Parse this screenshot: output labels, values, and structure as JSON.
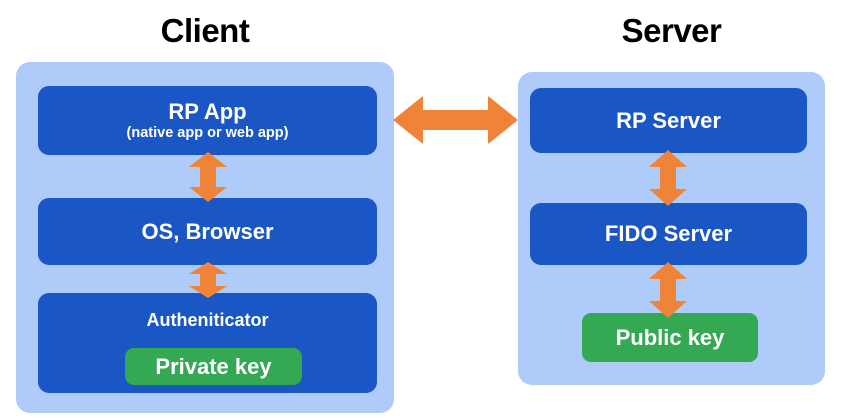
{
  "diagram": {
    "title_client": "Client",
    "title_server": "Server",
    "colors": {
      "panel_background": "#aecbfa",
      "box_fill": "#1a56c4",
      "key_fill": "#34a853",
      "arrow_fill": "#ef8337",
      "page_background": "#ffffff",
      "text_on_box": "#ffffff",
      "title_text": "#000000"
    },
    "client": {
      "panel_label": "Client",
      "boxes": [
        {
          "id": "rp-app",
          "line1": "RP App",
          "line2": "(native app or web app)"
        },
        {
          "id": "os-browser",
          "line1": "OS, Browser",
          "line2": ""
        },
        {
          "id": "authenticator",
          "line1": "Autheniticator",
          "line2": ""
        }
      ],
      "key": {
        "id": "private-key",
        "label": "Private key"
      }
    },
    "server": {
      "panel_label": "Server",
      "boxes": [
        {
          "id": "rp-server",
          "line1": "RP Server",
          "line2": ""
        },
        {
          "id": "fido-server",
          "line1": "FIDO Server",
          "line2": ""
        }
      ],
      "key": {
        "id": "public-key",
        "label": "Public key"
      }
    },
    "arrows": [
      {
        "id": "rp-app-to-os-browser",
        "direction": "vertical-bidirectional",
        "from": "RP App",
        "to": "OS, Browser"
      },
      {
        "id": "os-browser-to-authenticator",
        "direction": "vertical-bidirectional",
        "from": "OS, Browser",
        "to": "Autheniticator"
      },
      {
        "id": "client-to-server",
        "direction": "horizontal-bidirectional",
        "from": "RP App",
        "to": "RP Server"
      },
      {
        "id": "rp-server-to-fido-server",
        "direction": "vertical-bidirectional",
        "from": "RP Server",
        "to": "FIDO Server"
      },
      {
        "id": "fido-server-to-public-key",
        "direction": "vertical-bidirectional",
        "from": "FIDO Server",
        "to": "Public key"
      }
    ]
  }
}
